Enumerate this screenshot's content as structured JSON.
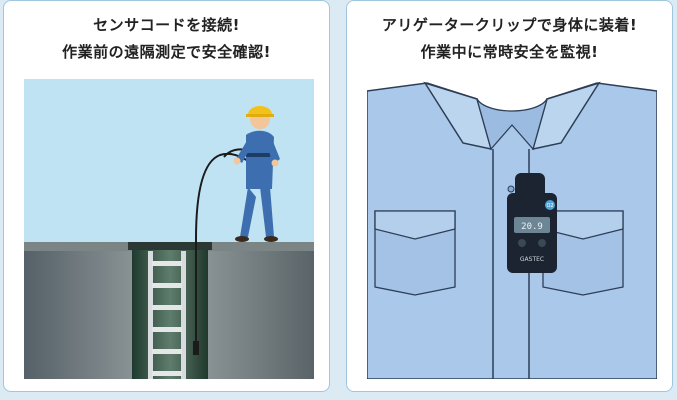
{
  "left_panel": {
    "caption_line1": "センサコードを接続!",
    "caption_line2": "作業前の遠隔測定で安全確認!",
    "illustration": "worker-lowering-sensor-into-manhole"
  },
  "right_panel": {
    "caption_line1": "アリゲータークリップで身体に装着!",
    "caption_line2": "作業中に常時安全を監視!",
    "illustration": "gas-detector-clipped-to-shirt-pocket",
    "device": {
      "brand": "GASTEC",
      "display_reading": "20.9",
      "badge": "O2"
    }
  },
  "colors": {
    "sky": "#bfe3f2",
    "pit": "#3f4a45",
    "shirt": "#a9c8ea",
    "shirt_outline": "#2c3e57",
    "helmet": "#f2c21b",
    "coverall": "#3d6fb0",
    "device_body": "#1b2430",
    "device_screen": "#6d8696"
  }
}
